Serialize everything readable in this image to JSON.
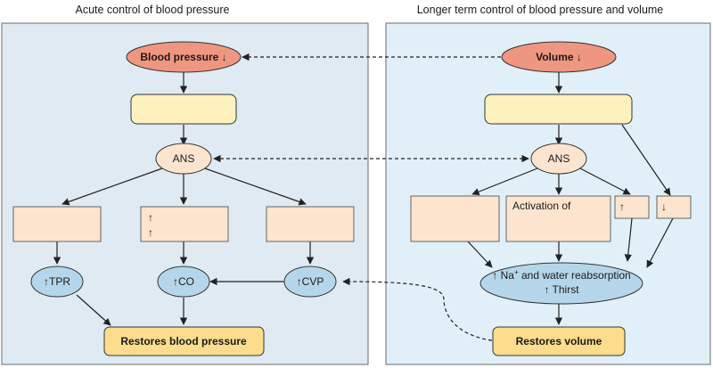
{
  "headers": {
    "acute": "Acute control of blood pressure",
    "longer": "Longer term control of blood pressure and volume"
  },
  "acute": {
    "blood_pressure": "Blood pressure ↓",
    "ans": "ANS",
    "box_mid_arrow1": "↑",
    "box_mid_arrow2": "↑",
    "tpr": "↑TPR",
    "co": "↑CO",
    "cvp": "↑CVP",
    "restores_bp": "Restores blood pressure"
  },
  "longer": {
    "volume": "Volume ↓",
    "ans": "ANS",
    "activation_of": "Activation of",
    "box_up_arrow": "↑",
    "box_down_arrow": "↓",
    "na_water_pre": "↑ Na",
    "na_sup": "+",
    "na_water_post": " and water reabsorption",
    "thirst": "↑ Thirst",
    "restores_volume": "Restores volume"
  },
  "colors": {
    "panel_left": "#dfeaf3",
    "panel_right": "#e1f0f8",
    "salmon": "#ef9680",
    "yellow": "#fff1bd",
    "peach": "#fde4cf",
    "blue_ellipse": "#b5d6ea",
    "gold": "#fcdc8d"
  }
}
